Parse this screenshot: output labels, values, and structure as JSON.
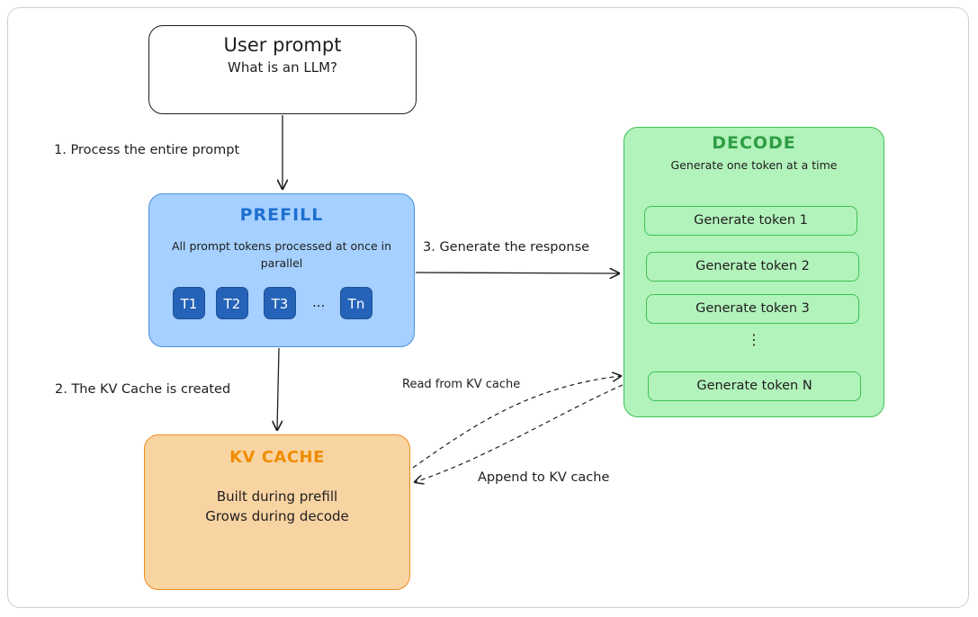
{
  "prompt": {
    "title": "User prompt",
    "text": "What is an LLM?"
  },
  "prefill": {
    "title": "PREFILL",
    "description": "All prompt tokens processed at once in parallel",
    "tokens": [
      "T1",
      "T2",
      "T3",
      "Tn"
    ],
    "ellipsis": "..."
  },
  "kv_cache": {
    "title": "KV CACHE",
    "lines": [
      "Built during prefill",
      "Grows during decode"
    ]
  },
  "decode": {
    "title": "DECODE",
    "description": "Generate one token at a time",
    "steps": [
      "Generate token 1",
      "Generate token 2",
      "Generate token 3",
      "Generate token N"
    ],
    "ellipsis": "⋮"
  },
  "arrows": {
    "step1": "1. Process the entire prompt",
    "step2": "2. The KV Cache is created",
    "step3": "3. Generate the response",
    "read": "Read from KV cache",
    "append": "Append to KV cache"
  },
  "colors": {
    "prefill_fill": "#a5d0ff",
    "prefill_accent": "#1f6fd0",
    "kv_fill": "#f9d4a3",
    "kv_accent": "#f08c00",
    "decode_fill": "#b2f2bb",
    "decode_accent": "#2f9e44",
    "token_fill": "#2563b8"
  }
}
